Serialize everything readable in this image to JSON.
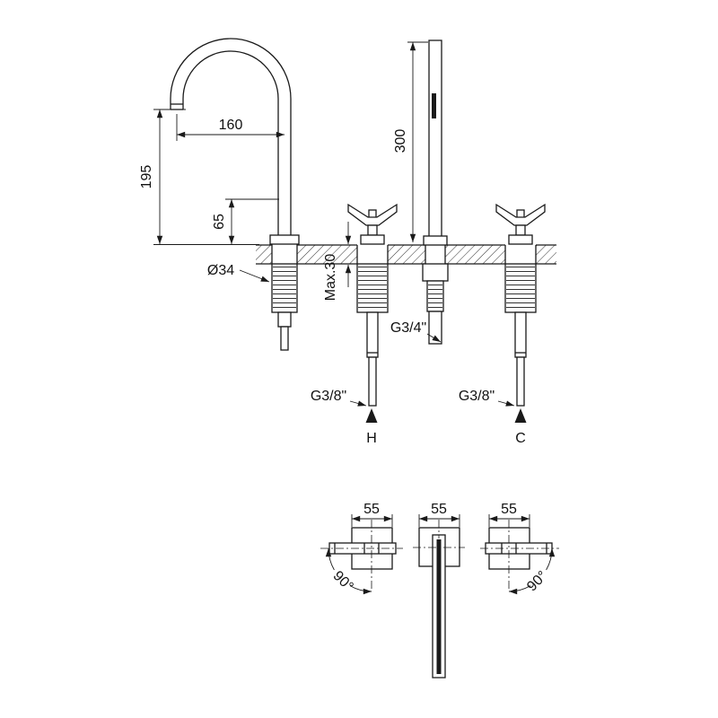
{
  "drawing": {
    "front": {
      "spout_reach": "160",
      "spout_height": "195",
      "outlet_height": "65",
      "shank_diameter": "Ø34",
      "max_deck_thickness": "Max.30",
      "riser_length": "300",
      "outlet_connection": "G3/4\"",
      "hot_connection": "G3/8\"",
      "cold_connection": "G3/8\"",
      "hot_label": "H",
      "cold_label": "C"
    },
    "plan": {
      "left_width": "55",
      "center_width": "55",
      "right_width": "55",
      "left_rotation": "90°",
      "right_rotation": "90°"
    }
  }
}
